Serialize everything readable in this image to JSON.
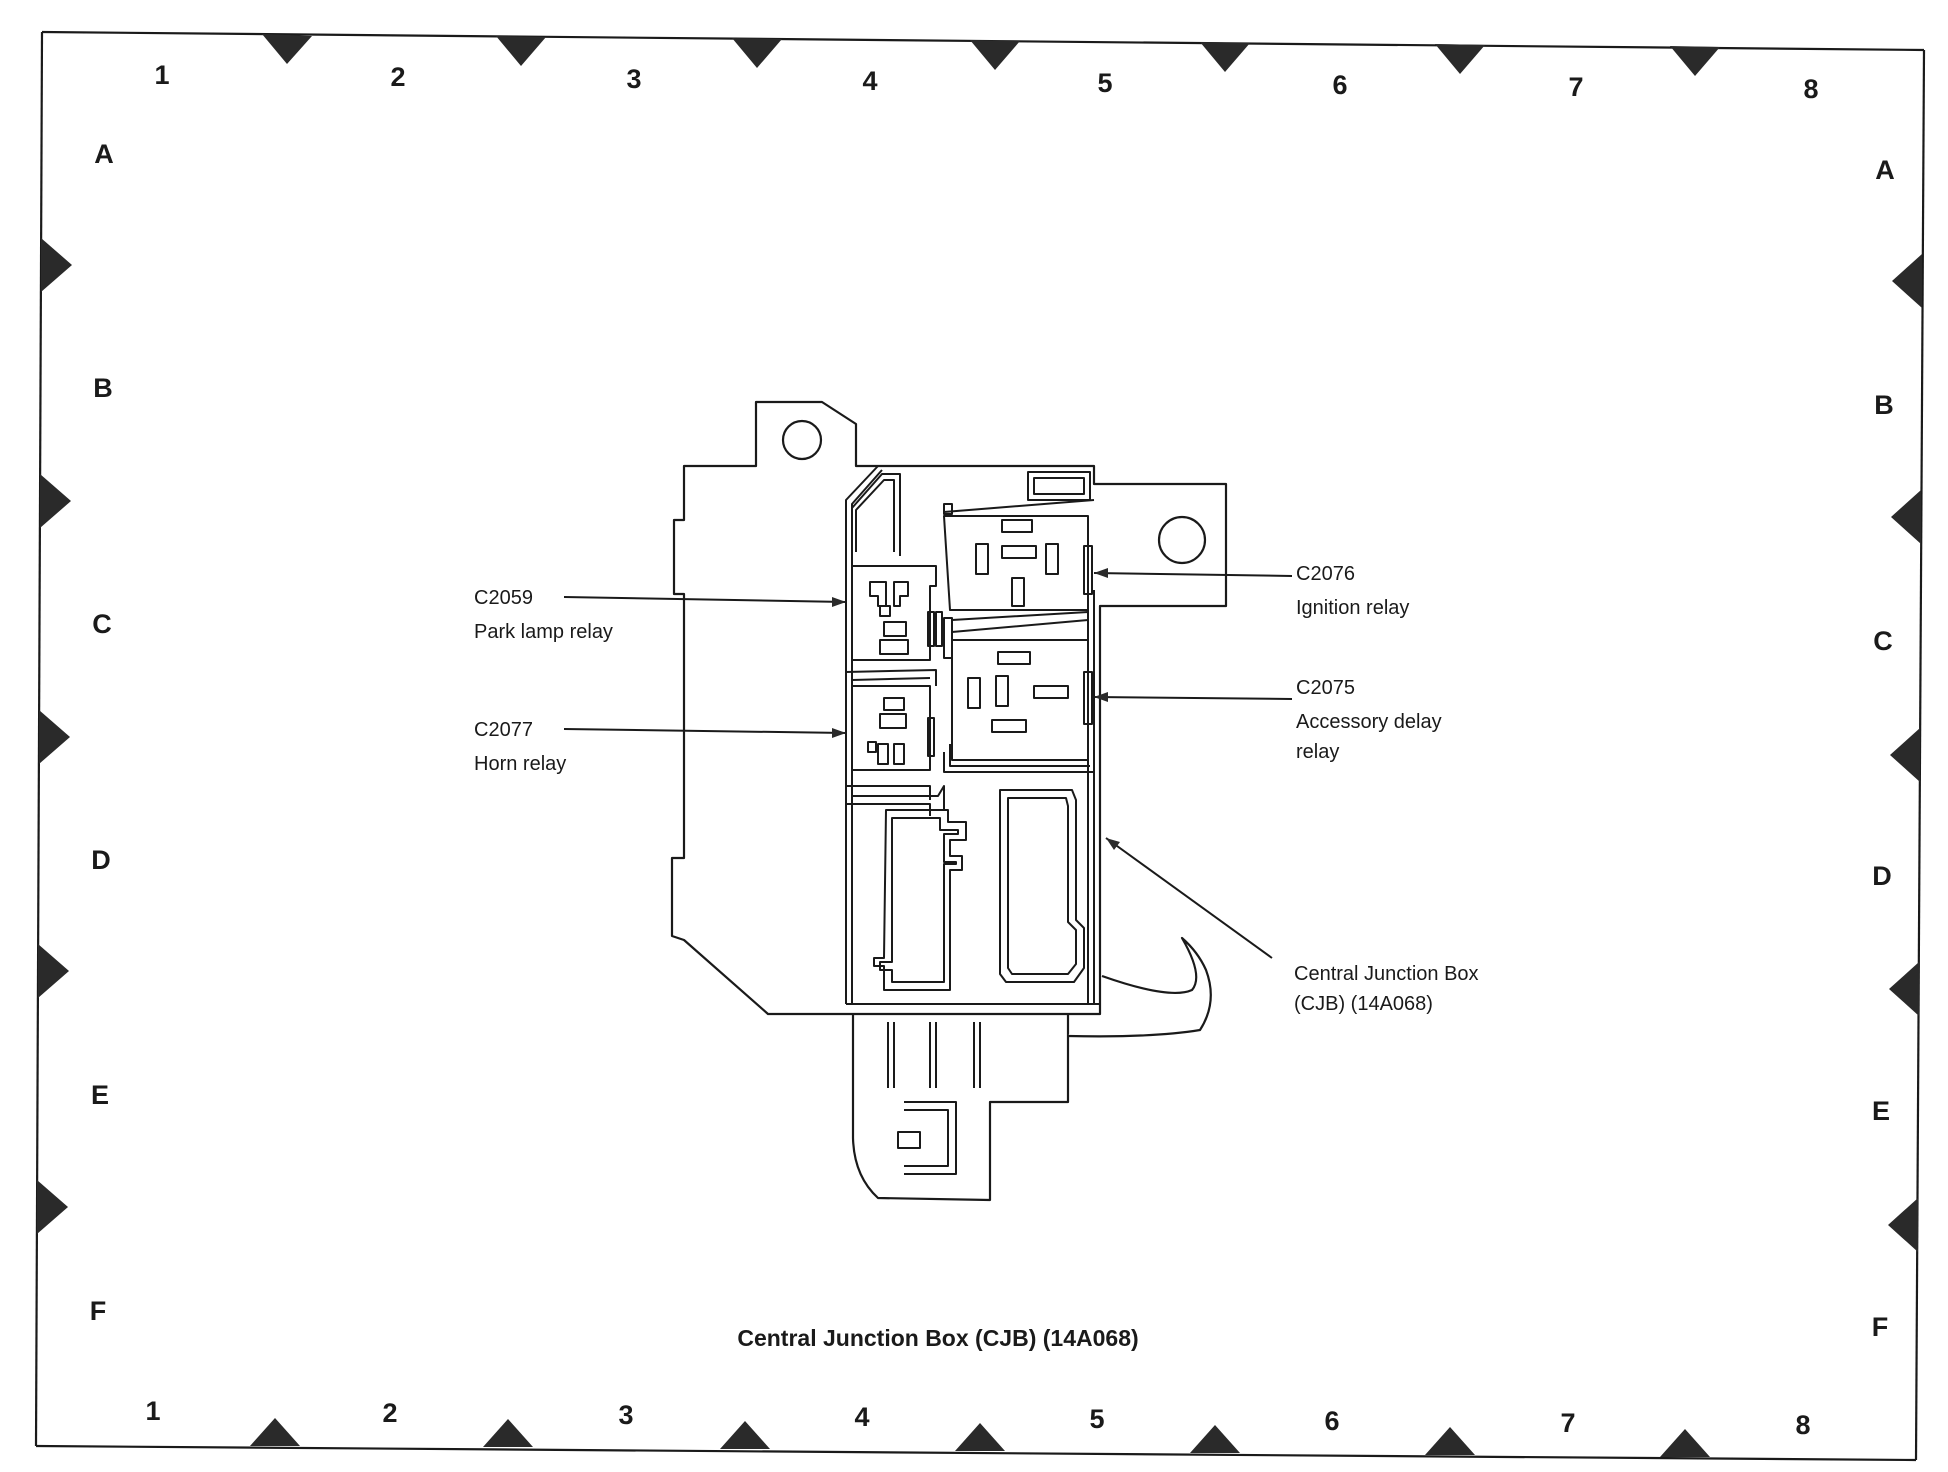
{
  "grid": {
    "columns": [
      "1",
      "2",
      "3",
      "4",
      "5",
      "6",
      "7",
      "8"
    ],
    "rows": [
      "A",
      "B",
      "C",
      "D",
      "E",
      "F"
    ]
  },
  "callouts": [
    {
      "id": "c2059",
      "connector": "C2059",
      "desc": [
        "Park lamp relay"
      ]
    },
    {
      "id": "c2077",
      "connector": "C2077",
      "desc": [
        "Horn relay"
      ]
    },
    {
      "id": "c2076",
      "connector": "C2076",
      "desc": [
        "Ignition relay"
      ]
    },
    {
      "id": "c2075",
      "connector": "C2075",
      "desc": [
        "Accessory delay",
        "relay"
      ]
    },
    {
      "id": "cjb",
      "connector": "Central Junction Box",
      "desc": [
        "(CJB) (14A068)"
      ]
    }
  ],
  "caption": "Central Junction Box (CJB) (14A068)",
  "colors": {
    "ink": "#1a1a1a",
    "paper": "#ffffff"
  }
}
